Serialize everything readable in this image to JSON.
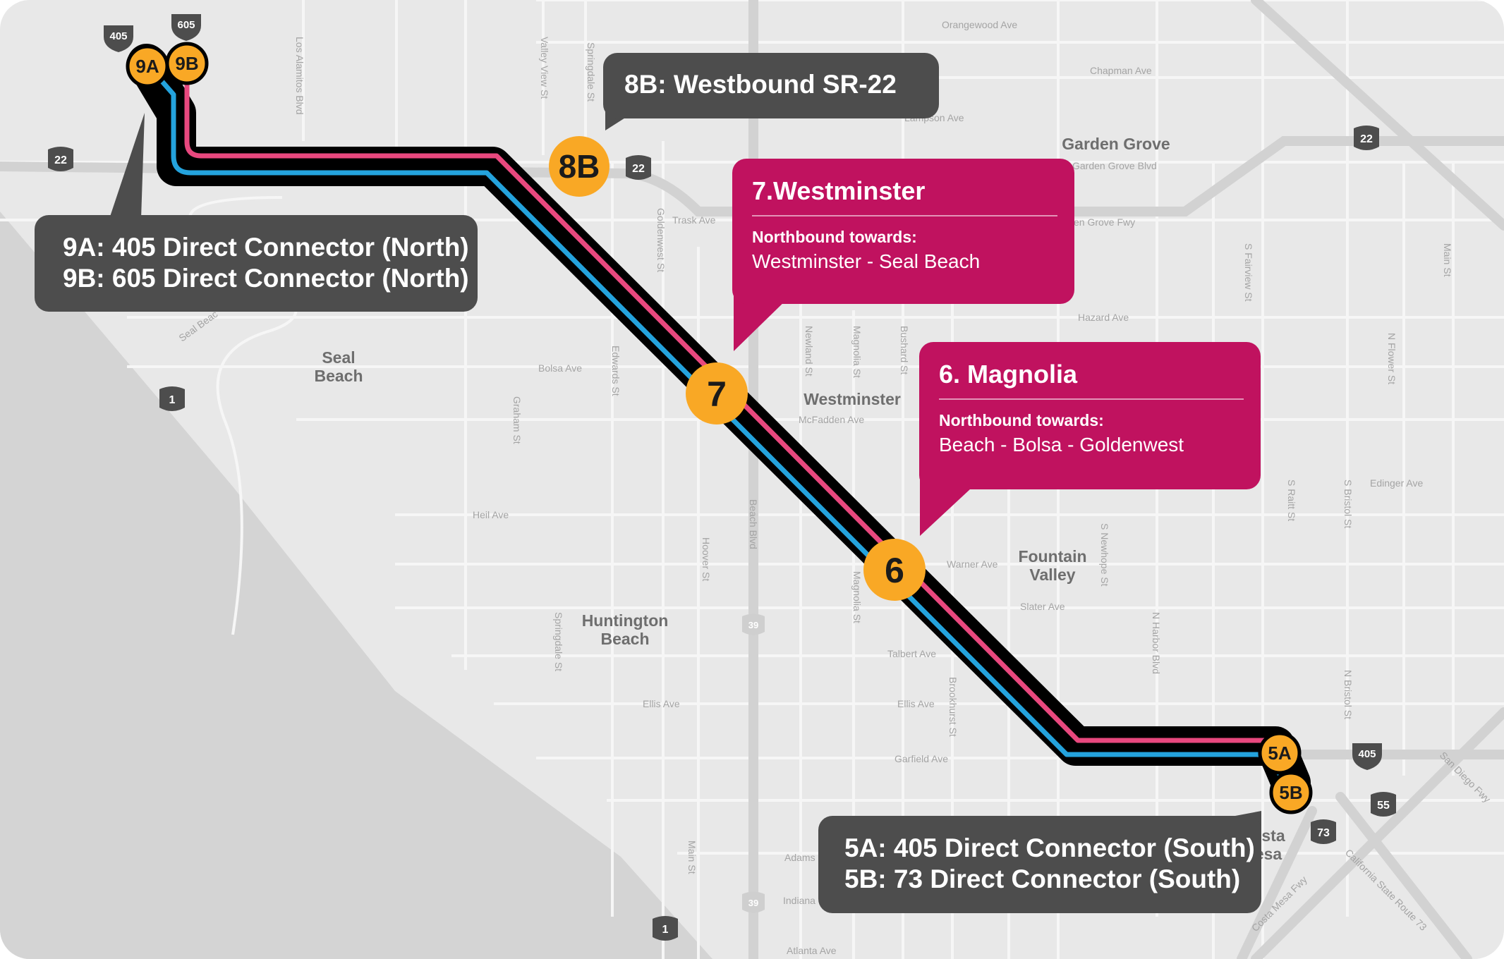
{
  "colors": {
    "map_bg": "#e8e8e8",
    "ocean": "#d4d4d4",
    "road": "#f6f6f6",
    "freeway": "#d2d2d2",
    "route_black": "#000000",
    "route_pink": "#e8487e",
    "route_blue": "#24a3dd",
    "station": "#f9a825",
    "callout_gray": "#4d4d4d",
    "callout_magenta": "#c0125f",
    "shield": "#4d4d4d"
  },
  "stations": [
    {
      "id": "9a",
      "label": "9A"
    },
    {
      "id": "9b",
      "label": "9B"
    },
    {
      "id": "8b",
      "label": "8B"
    },
    {
      "id": "7",
      "label": "7"
    },
    {
      "id": "6",
      "label": "6"
    },
    {
      "id": "5a",
      "label": "5A"
    },
    {
      "id": "5b",
      "label": "5B"
    }
  ],
  "callouts": {
    "c9": {
      "lines": [
        "9A: 405 Direct Connector (North)",
        "9B: 605 Direct Connector (North)"
      ]
    },
    "c8b": {
      "lines": [
        "8B: Westbound SR-22"
      ]
    },
    "c7": {
      "title": "7.Westminster",
      "subtitle": "Northbound towards:",
      "destinations": "Westminster - Seal Beach"
    },
    "c6": {
      "title": "6. Magnolia",
      "subtitle": "Northbound towards:",
      "destinations": "Beach - Bolsa - Goldenwest"
    },
    "c5": {
      "lines": [
        "5A: 405 Direct Connector (South)",
        "5B: 73 Direct Connector (South)"
      ]
    }
  },
  "cities": [
    {
      "id": "seal-beach",
      "lines": [
        "Seal",
        "Beach"
      ]
    },
    {
      "id": "garden-grove",
      "lines": [
        "Garden Grove"
      ]
    },
    {
      "id": "westminster",
      "lines": [
        "Westminster"
      ]
    },
    {
      "id": "fountain-valley",
      "lines": [
        "Fountain",
        "Valley"
      ]
    },
    {
      "id": "huntington-beach",
      "lines": [
        "Huntington",
        "Beach"
      ]
    },
    {
      "id": "costa-mesa",
      "lines": [
        "osta",
        "esa"
      ]
    }
  ],
  "streets": [
    {
      "id": "orangewood",
      "text": "Orangewood Ave"
    },
    {
      "id": "chapman",
      "text": "Chapman Ave"
    },
    {
      "id": "lampson",
      "text": "Lampson Ave"
    },
    {
      "id": "garden-grove-blvd",
      "text": "Garden Grove Blvd"
    },
    {
      "id": "garden-grove-fwy",
      "text": "en Grove Fwy"
    },
    {
      "id": "trask",
      "text": "Trask Ave"
    },
    {
      "id": "hazard",
      "text": "Hazard Ave"
    },
    {
      "id": "bolsa",
      "text": "Bolsa Ave"
    },
    {
      "id": "mcfadden",
      "text": "McFadden Ave"
    },
    {
      "id": "heil",
      "text": "Heil Ave"
    },
    {
      "id": "edinger",
      "text": "Edinger Ave"
    },
    {
      "id": "warner",
      "text": "Warner Ave"
    },
    {
      "id": "slater",
      "text": "Slater Ave"
    },
    {
      "id": "talbert",
      "text": "Talbert Ave"
    },
    {
      "id": "ellis-w",
      "text": "Ellis Ave"
    },
    {
      "id": "ellis-e",
      "text": "Ellis Ave"
    },
    {
      "id": "garfield",
      "text": "Garfield Ave"
    },
    {
      "id": "adams",
      "text": "Adams"
    },
    {
      "id": "indiana",
      "text": "Indiana"
    },
    {
      "id": "atlanta",
      "text": "Atlanta Ave"
    },
    {
      "id": "los-alamitos",
      "text": "Los Alamitos Blvd"
    },
    {
      "id": "valley-view",
      "text": "Valley View St"
    },
    {
      "id": "springdale-n",
      "text": "Springdale St"
    },
    {
      "id": "goldenwest",
      "text": "Goldenwest St"
    },
    {
      "id": "edwards",
      "text": "Edwards St"
    },
    {
      "id": "graham",
      "text": "Graham St"
    },
    {
      "id": "newland",
      "text": "Newland St"
    },
    {
      "id": "magnolia-n",
      "text": "Magnolia St"
    },
    {
      "id": "bushard",
      "text": "Bushard St"
    },
    {
      "id": "beach-blvd",
      "text": "Beach Blvd"
    },
    {
      "id": "hoover",
      "text": "Hoover St"
    },
    {
      "id": "springdale-s",
      "text": "Springdale St"
    },
    {
      "id": "magnolia-s",
      "text": "Magnolia St"
    },
    {
      "id": "brookhurst",
      "text": "Brookhurst St"
    },
    {
      "id": "s-newhope",
      "text": "S Newhope St"
    },
    {
      "id": "n-harbor",
      "text": "N Harbor Blvd"
    },
    {
      "id": "s-fairview",
      "text": "S Fairview St"
    },
    {
      "id": "s-raitt",
      "text": "S Raitt St"
    },
    {
      "id": "s-bristol",
      "text": "S Bristol St"
    },
    {
      "id": "n-bristol",
      "text": "N Bristol St"
    },
    {
      "id": "n-flower",
      "text": "N Flower St"
    },
    {
      "id": "main-n",
      "text": "Main St"
    },
    {
      "id": "main-s",
      "text": "Main St"
    },
    {
      "id": "seal-beach-blvd",
      "text": "Seal Beac"
    },
    {
      "id": "san-diego-fwy",
      "text": "San Diego Fwy"
    },
    {
      "id": "california-73",
      "text": "California State Route 73"
    },
    {
      "id": "costa-mesa-fwy",
      "text": "Costa Mesa Fwy"
    }
  ],
  "shields": [
    {
      "id": "i405-nw",
      "text": "405",
      "kind": "interstate"
    },
    {
      "id": "i605",
      "text": "605",
      "kind": "interstate"
    },
    {
      "id": "i405-mid",
      "text": "405",
      "kind": "interstate"
    },
    {
      "id": "i405-se",
      "text": "405",
      "kind": "interstate"
    },
    {
      "id": "sr22-w",
      "text": "22",
      "kind": "state"
    },
    {
      "id": "sr22-mid",
      "text": "22",
      "kind": "state"
    },
    {
      "id": "sr22-e",
      "text": "22",
      "kind": "state"
    },
    {
      "id": "sr1-n",
      "text": "1",
      "kind": "state"
    },
    {
      "id": "sr1-s",
      "text": "1",
      "kind": "state"
    },
    {
      "id": "sr39-n",
      "text": "39",
      "kind": "state"
    },
    {
      "id": "sr39-s",
      "text": "39",
      "kind": "state"
    },
    {
      "id": "sr55",
      "text": "55",
      "kind": "state"
    },
    {
      "id": "sr73",
      "text": "73",
      "kind": "state"
    }
  ]
}
